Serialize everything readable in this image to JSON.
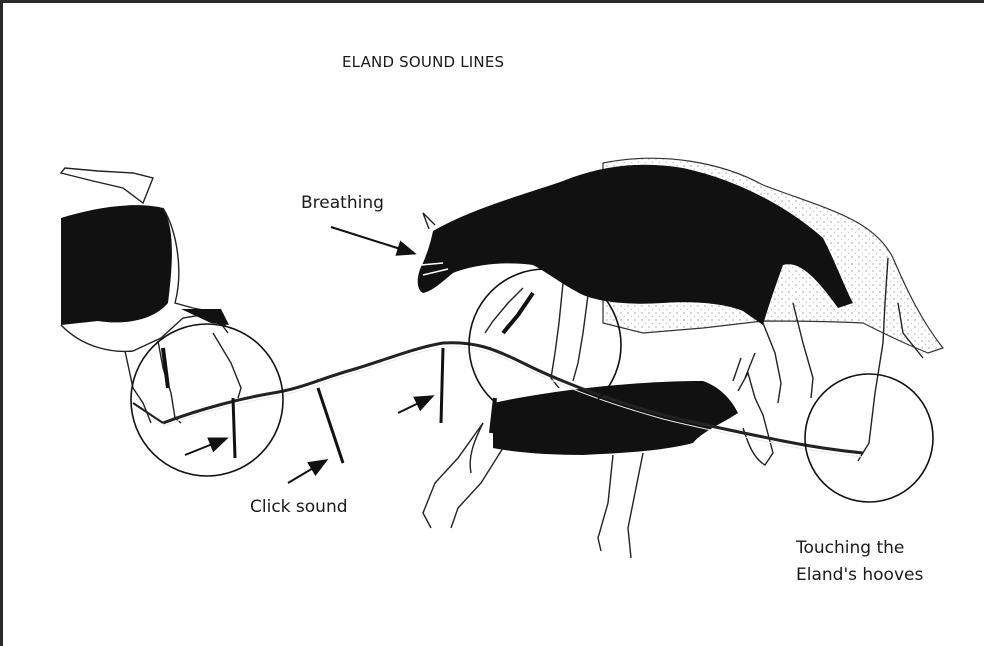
{
  "title": "ELAND SOUND LINES",
  "annotations": {
    "breathing": "Breathing",
    "click_sound": "Click sound",
    "touching_line1": "Touching the",
    "touching_line2": "Eland's hooves"
  },
  "colors": {
    "ink": "#111111",
    "stipple": "#bdbdbd",
    "frame": "#2a2a2a"
  }
}
